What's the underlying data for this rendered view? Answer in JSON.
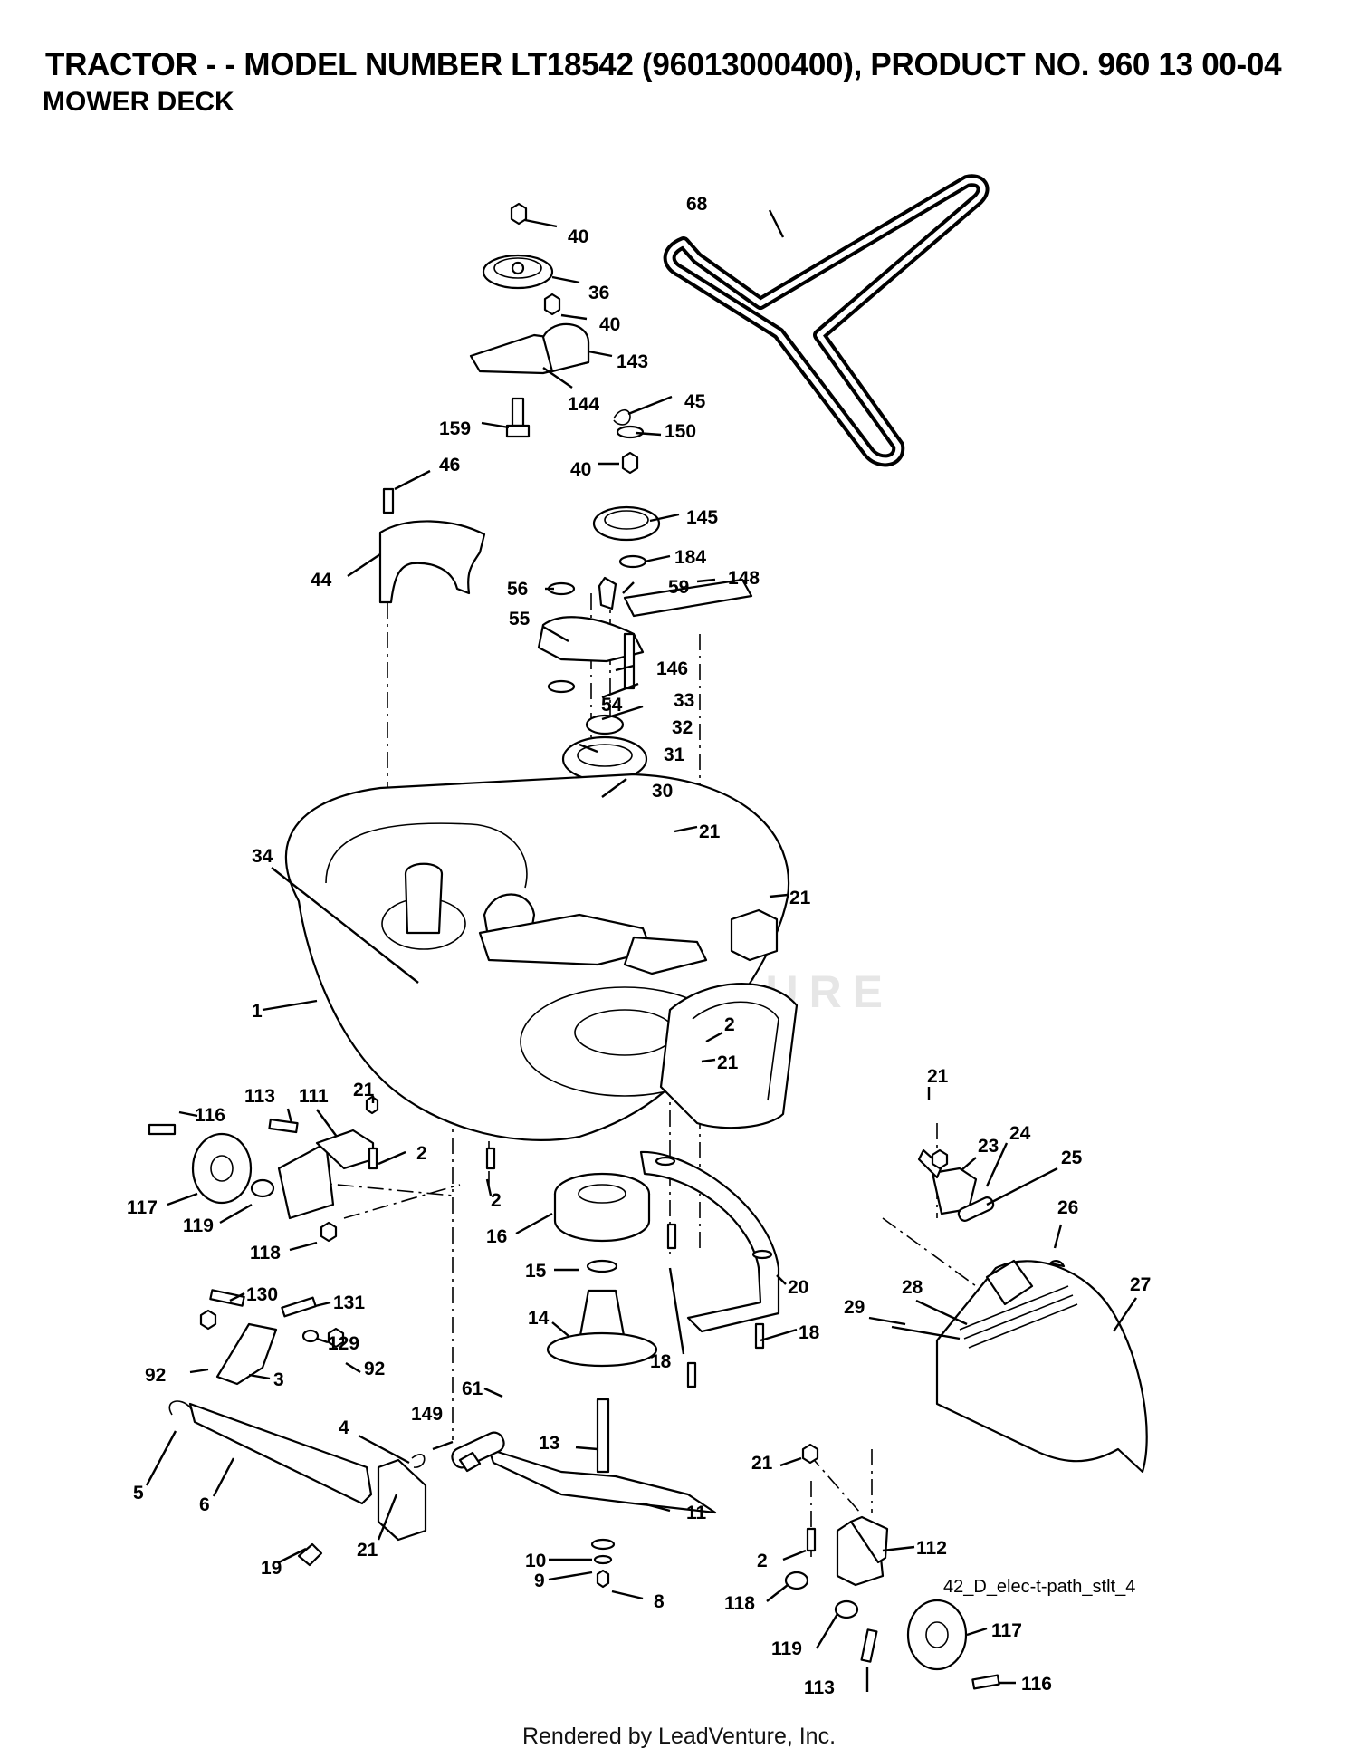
{
  "header": {
    "title": "TRACTOR - - MODEL NUMBER LT18542 (96013000400), PRODUCT NO. 960 13 00-04",
    "subtitle": "MOWER DECK"
  },
  "watermark": "LEADVENTURE",
  "diagram_id": "42_D_elec-t-path_stlt_4",
  "footer": "Rendered by LeadVenture, Inc.",
  "callouts": [
    {
      "id": "c40a",
      "label": "40"
    },
    {
      "id": "c36",
      "label": "36"
    },
    {
      "id": "c40b",
      "label": "40"
    },
    {
      "id": "c143",
      "label": "143"
    },
    {
      "id": "c144",
      "label": "144"
    },
    {
      "id": "c159",
      "label": "159"
    },
    {
      "id": "c68",
      "label": "68"
    },
    {
      "id": "c45",
      "label": "45"
    },
    {
      "id": "c150",
      "label": "150"
    },
    {
      "id": "c40c",
      "label": "40"
    },
    {
      "id": "c46",
      "label": "46"
    },
    {
      "id": "c145",
      "label": "145"
    },
    {
      "id": "c44",
      "label": "44"
    },
    {
      "id": "c184",
      "label": "184"
    },
    {
      "id": "c56",
      "label": "56"
    },
    {
      "id": "c59",
      "label": "59"
    },
    {
      "id": "c148",
      "label": "148"
    },
    {
      "id": "c55",
      "label": "55"
    },
    {
      "id": "c146",
      "label": "146"
    },
    {
      "id": "c54",
      "label": "54"
    },
    {
      "id": "c33",
      "label": "33"
    },
    {
      "id": "c32",
      "label": "32"
    },
    {
      "id": "c31",
      "label": "31"
    },
    {
      "id": "c30",
      "label": "30"
    },
    {
      "id": "c34",
      "label": "34"
    },
    {
      "id": "c21a",
      "label": "21"
    },
    {
      "id": "c21b",
      "label": "21"
    },
    {
      "id": "c1",
      "label": "1"
    },
    {
      "id": "c2a",
      "label": "2"
    },
    {
      "id": "c21c",
      "label": "21"
    },
    {
      "id": "c21d",
      "label": "21"
    },
    {
      "id": "c116a",
      "label": "116"
    },
    {
      "id": "c113a",
      "label": "113"
    },
    {
      "id": "c111",
      "label": "111"
    },
    {
      "id": "c21e",
      "label": "21"
    },
    {
      "id": "c2b",
      "label": "2"
    },
    {
      "id": "c117a",
      "label": "117"
    },
    {
      "id": "c119a",
      "label": "119"
    },
    {
      "id": "c118a",
      "label": "118"
    },
    {
      "id": "c2c",
      "label": "2"
    },
    {
      "id": "c16",
      "label": "16"
    },
    {
      "id": "c23",
      "label": "23"
    },
    {
      "id": "c24",
      "label": "24"
    },
    {
      "id": "c25",
      "label": "25"
    },
    {
      "id": "c26",
      "label": "26"
    },
    {
      "id": "c15",
      "label": "15"
    },
    {
      "id": "c20",
      "label": "20"
    },
    {
      "id": "c27",
      "label": "27"
    },
    {
      "id": "c28",
      "label": "28"
    },
    {
      "id": "c29",
      "label": "29"
    },
    {
      "id": "c130",
      "label": "130"
    },
    {
      "id": "c131",
      "label": "131"
    },
    {
      "id": "c14",
      "label": "14"
    },
    {
      "id": "c18a",
      "label": "18"
    },
    {
      "id": "c129",
      "label": "129"
    },
    {
      "id": "c92a",
      "label": "92"
    },
    {
      "id": "c92b",
      "label": "92"
    },
    {
      "id": "c3",
      "label": "3"
    },
    {
      "id": "c18b",
      "label": "18"
    },
    {
      "id": "c61",
      "label": "61"
    },
    {
      "id": "c149",
      "label": "149"
    },
    {
      "id": "c4",
      "label": "4"
    },
    {
      "id": "c13",
      "label": "13"
    },
    {
      "id": "c5",
      "label": "5"
    },
    {
      "id": "c6",
      "label": "6"
    },
    {
      "id": "c21f",
      "label": "21"
    },
    {
      "id": "c11",
      "label": "11"
    },
    {
      "id": "c112",
      "label": "112"
    },
    {
      "id": "c19",
      "label": "19"
    },
    {
      "id": "c21g",
      "label": "21"
    },
    {
      "id": "c10",
      "label": "10"
    },
    {
      "id": "c9",
      "label": "9"
    },
    {
      "id": "c8",
      "label": "8"
    },
    {
      "id": "c2d",
      "label": "2"
    },
    {
      "id": "c118b",
      "label": "118"
    },
    {
      "id": "c119b",
      "label": "119"
    },
    {
      "id": "c117b",
      "label": "117"
    },
    {
      "id": "c113b",
      "label": "113"
    },
    {
      "id": "c116b",
      "label": "116"
    }
  ]
}
